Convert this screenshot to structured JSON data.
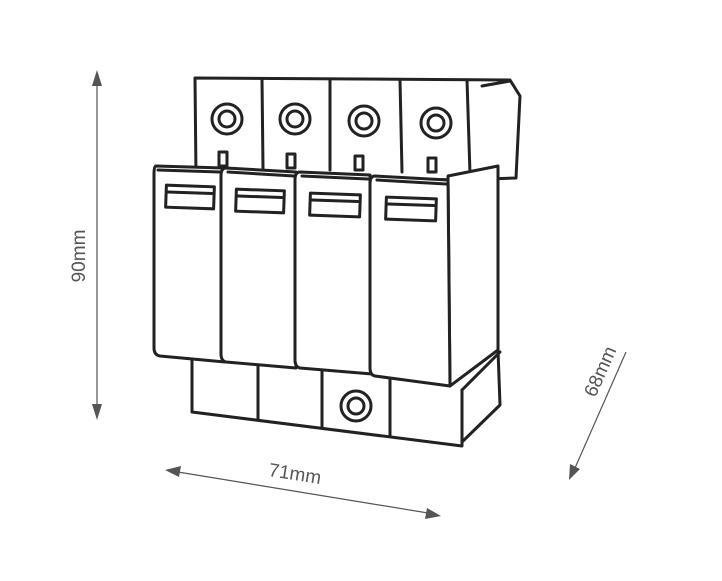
{
  "dimensions": {
    "height_label": "90mm",
    "width_label": "71mm",
    "depth_label": "68mm"
  },
  "device": {
    "poles": 4
  },
  "colors": {
    "outline": "#222222",
    "dimension": "#555555",
    "background": "#ffffff"
  }
}
